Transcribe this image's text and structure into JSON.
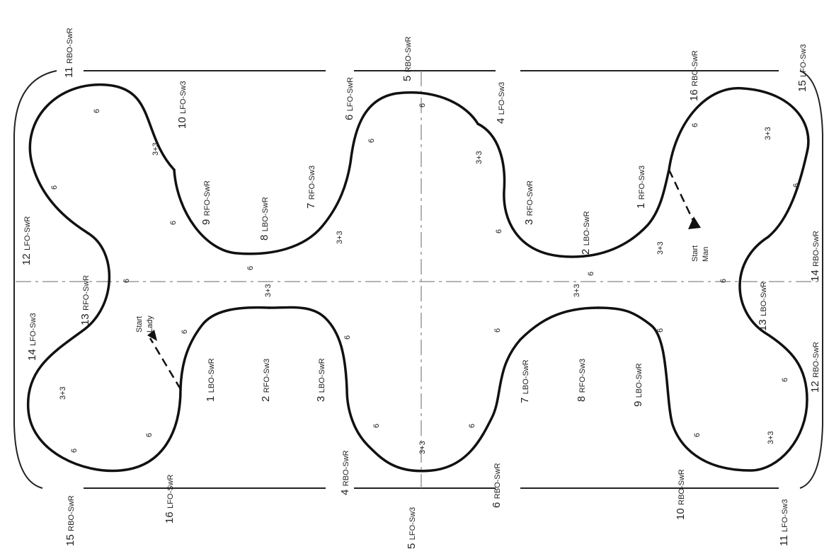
{
  "top_row": [
    {
      "num": "11",
      "code": "RBO-SwR"
    },
    {
      "num": "10",
      "code": "LFO-Sw3"
    },
    {
      "num": "9",
      "code": "RFO-SwR"
    },
    {
      "num": "8",
      "code": "LBO-SwR"
    },
    {
      "num": "7",
      "code": "RFO-Sw3"
    },
    {
      "num": "6",
      "code": "LFO-SwR"
    },
    {
      "num": "5",
      "code": "RBO-SwR"
    },
    {
      "num": "4",
      "code": "LFO-Sw3"
    },
    {
      "num": "3",
      "code": "RFO-SwR"
    },
    {
      "num": "2",
      "code": "LBO-SwR"
    },
    {
      "num": "1",
      "code": "RFO-Sw3"
    },
    {
      "num": "16",
      "code": "RBO-SwR"
    },
    {
      "num": "15",
      "code": "LFO-Sw3"
    }
  ],
  "left_side": [
    {
      "num": "12",
      "code": "LFO-SwR"
    },
    {
      "num": "13",
      "code": "RFO-SwR"
    },
    {
      "num": "14",
      "code": "LFO-Sw3"
    }
  ],
  "right_side": [
    {
      "num": "14",
      "code": "RBO-SwR"
    },
    {
      "num": "13",
      "code": "LBO-SwR"
    },
    {
      "num": "12",
      "code": "RBO-SwR"
    }
  ],
  "bottom_row": [
    {
      "num": "15",
      "code": "RBO-SwR"
    },
    {
      "num": "16",
      "code": "LFO-SwR"
    },
    {
      "num": "1",
      "code": "LBO-SwR"
    },
    {
      "num": "2",
      "code": "RFO-Sw3"
    },
    {
      "num": "3",
      "code": "LBO-SwR"
    },
    {
      "num": "4",
      "code": "RBO-SwR"
    },
    {
      "num": "5",
      "code": "LFO-Sw3"
    },
    {
      "num": "6",
      "code": "RBO-SwR"
    },
    {
      "num": "7",
      "code": "LBO-SwR"
    },
    {
      "num": "8",
      "code": "RFO-Sw3"
    },
    {
      "num": "9",
      "code": "LBO-SwR"
    },
    {
      "num": "10",
      "code": "RBO-SwR"
    },
    {
      "num": "11",
      "code": "LFO-Sw3"
    }
  ],
  "counts": {
    "six": "6",
    "three_plus_three": "3+3"
  },
  "start_lady": [
    "Start",
    "Lady"
  ],
  "start_man": [
    "Start",
    "Man"
  ]
}
